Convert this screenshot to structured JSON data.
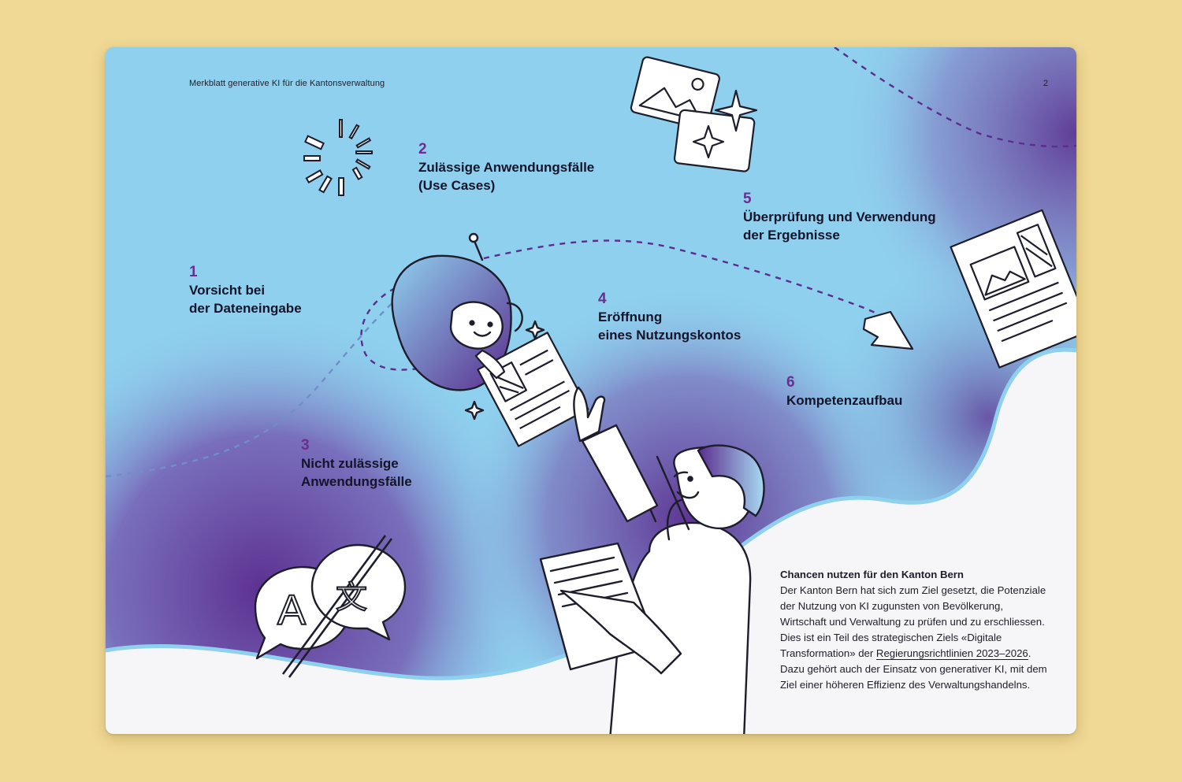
{
  "header": {
    "title": "Merkblatt generative KI für die Kantonsverwaltung",
    "page_number": "2"
  },
  "topics": [
    {
      "number": "1",
      "label_lines": [
        "Vorsicht bei",
        "der Dateneingabe"
      ]
    },
    {
      "number": "2",
      "label_lines": [
        "Zulässige Anwendungsfälle",
        "(Use Cases)"
      ]
    },
    {
      "number": "3",
      "label_lines": [
        "Nicht zulässige",
        "Anwendungsfälle"
      ]
    },
    {
      "number": "4",
      "label_lines": [
        "Eröffnung",
        "eines Nutzungskontos"
      ]
    },
    {
      "number": "5",
      "label_lines": [
        "Überprüfung und Verwendung",
        "der Ergebnisse"
      ]
    },
    {
      "number": "6",
      "label_lines": [
        "Kompetenzaufbau"
      ]
    }
  ],
  "info": {
    "heading": "Chancen nutzen für den Kanton Bern",
    "body_before_link": "Der Kanton Bern hat sich zum Ziel gesetzt, die Potenziale der Nutzung von KI zugunsten von Bevölkerung, Wirtschaft und Verwaltung zu prüfen und zu erschliessen. Dies ist ein Teil des strategischen Ziels «Digitale Transformation» der ",
    "link_text": "Regierungsrichtlinien 2023–2026",
    "body_after_link": ". Dazu gehört auch der Einsatz von generativer KI, mit dem Ziel einer höheren Effizienz des Verwaltungshandelns."
  },
  "illustration": {
    "translate_icon_glyphs": [
      "A",
      "文"
    ]
  },
  "colors": {
    "background": "#f0d994",
    "sky": "#8fd0ee",
    "purple": "#5b2d8e",
    "accent_number": "#6a2d91",
    "ink": "#1d1d2b"
  }
}
